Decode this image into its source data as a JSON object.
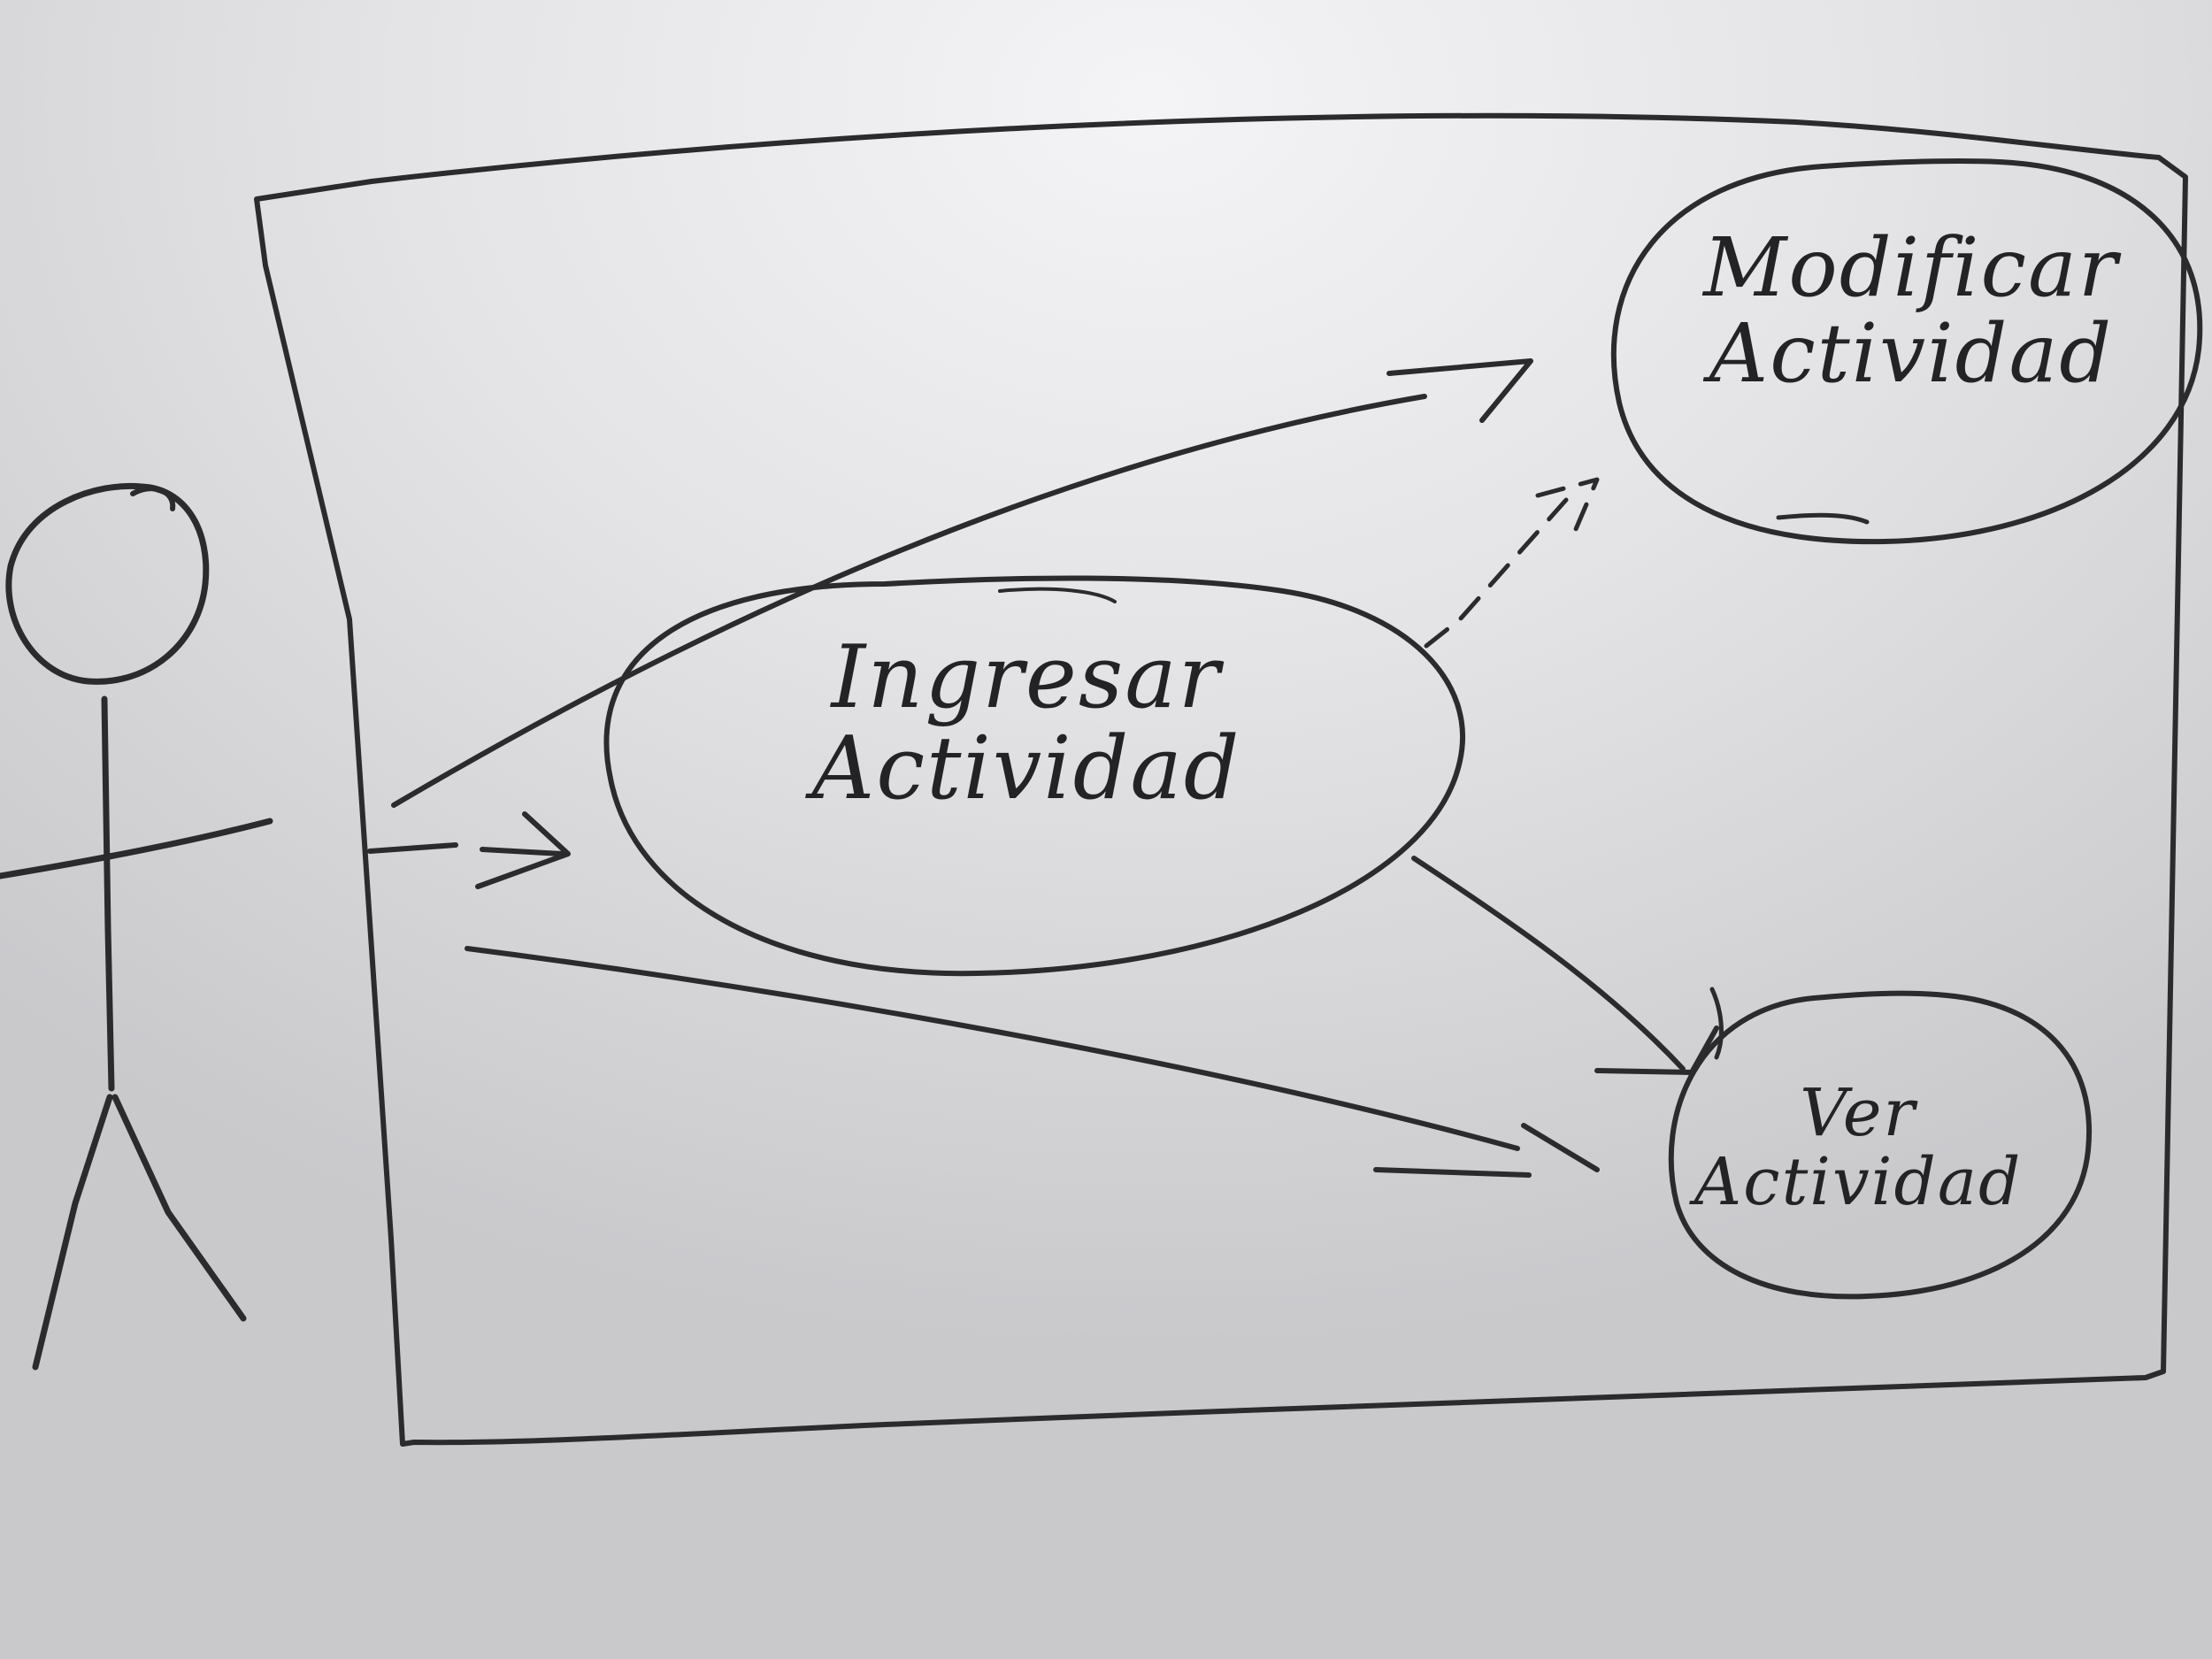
{
  "diagram": {
    "type": "use-case",
    "actor": {
      "icon": "stick-figure-icon"
    },
    "use_cases": [
      {
        "id": "uc1",
        "line1": "Ingresar",
        "line2": "Actividad"
      },
      {
        "id": "uc2",
        "line1": "Modificar",
        "line2": "Actividad"
      },
      {
        "id": "uc3",
        "line1": "Ver",
        "line2": "Actividad"
      }
    ],
    "relations": [
      {
        "from": "actor",
        "to": "uc1"
      },
      {
        "from": "actor",
        "to": "uc2"
      },
      {
        "from": "actor",
        "to": "uc3"
      },
      {
        "from": "uc1",
        "to": "uc2"
      },
      {
        "from": "uc1",
        "to": "uc3"
      }
    ]
  },
  "colors": {
    "board": "#dcdcde",
    "ink": "#2b2b2e"
  }
}
